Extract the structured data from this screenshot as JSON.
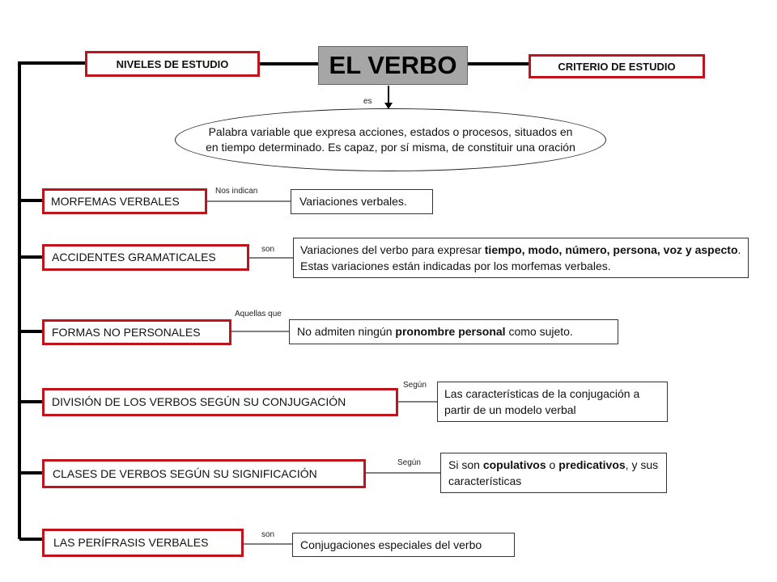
{
  "title": "EL VERBO",
  "header": {
    "left_label": "NIVELES DE ESTUDIO",
    "right_label": "CRITERIO DE ESTUDIO",
    "arrow_label": "es"
  },
  "definition": "Palabra variable que expresa acciones, estados o procesos, situados en en tiempo determinado. Es capaz, por sí misma, de constituir una oración",
  "rows": [
    {
      "category": "MORFEMAS VERBALES",
      "connector": "Nos indican",
      "detail": [
        {
          "t": "Variaciones verbales."
        }
      ]
    },
    {
      "category": "ACCIDENTES GRAMATICALES",
      "connector": "son",
      "detail": [
        {
          "t": "Variaciones del verbo para expresar "
        },
        {
          "t": "tiempo, modo, número, persona, voz y aspecto",
          "b": true
        },
        {
          "t": ". Estas variaciones están indicadas por los morfemas verbales."
        }
      ]
    },
    {
      "category": "FORMAS NO PERSONALES",
      "connector": "Aquellas que",
      "detail": [
        {
          "t": "No admiten ningún "
        },
        {
          "t": "pronombre personal",
          "b": true
        },
        {
          "t": " como sujeto."
        }
      ]
    },
    {
      "category": "DIVISIÓN DE LOS VERBOS SEGÚN SU CONJUGACIÓN",
      "connector": "Según",
      "detail": [
        {
          "t": "Las características de la conjugación a partir de un modelo verbal"
        }
      ]
    },
    {
      "category": "CLASES DE VERBOS SEGÚN SU SIGNIFICACIÓN",
      "connector": "Según",
      "detail": [
        {
          "t": "Si son "
        },
        {
          "t": "copulativos",
          "b": true
        },
        {
          "t": " o "
        },
        {
          "t": "predicativos",
          "b": true
        },
        {
          "t": ", y sus características"
        }
      ]
    },
    {
      "category": "LAS PERÍFRASIS VERBALES",
      "connector": "son",
      "detail": [
        {
          "t": "Conjugaciones especiales del verbo"
        }
      ]
    }
  ],
  "colors": {
    "accent": "#c0141c",
    "title_bg": "#a6a6a6",
    "line": "#000000"
  }
}
